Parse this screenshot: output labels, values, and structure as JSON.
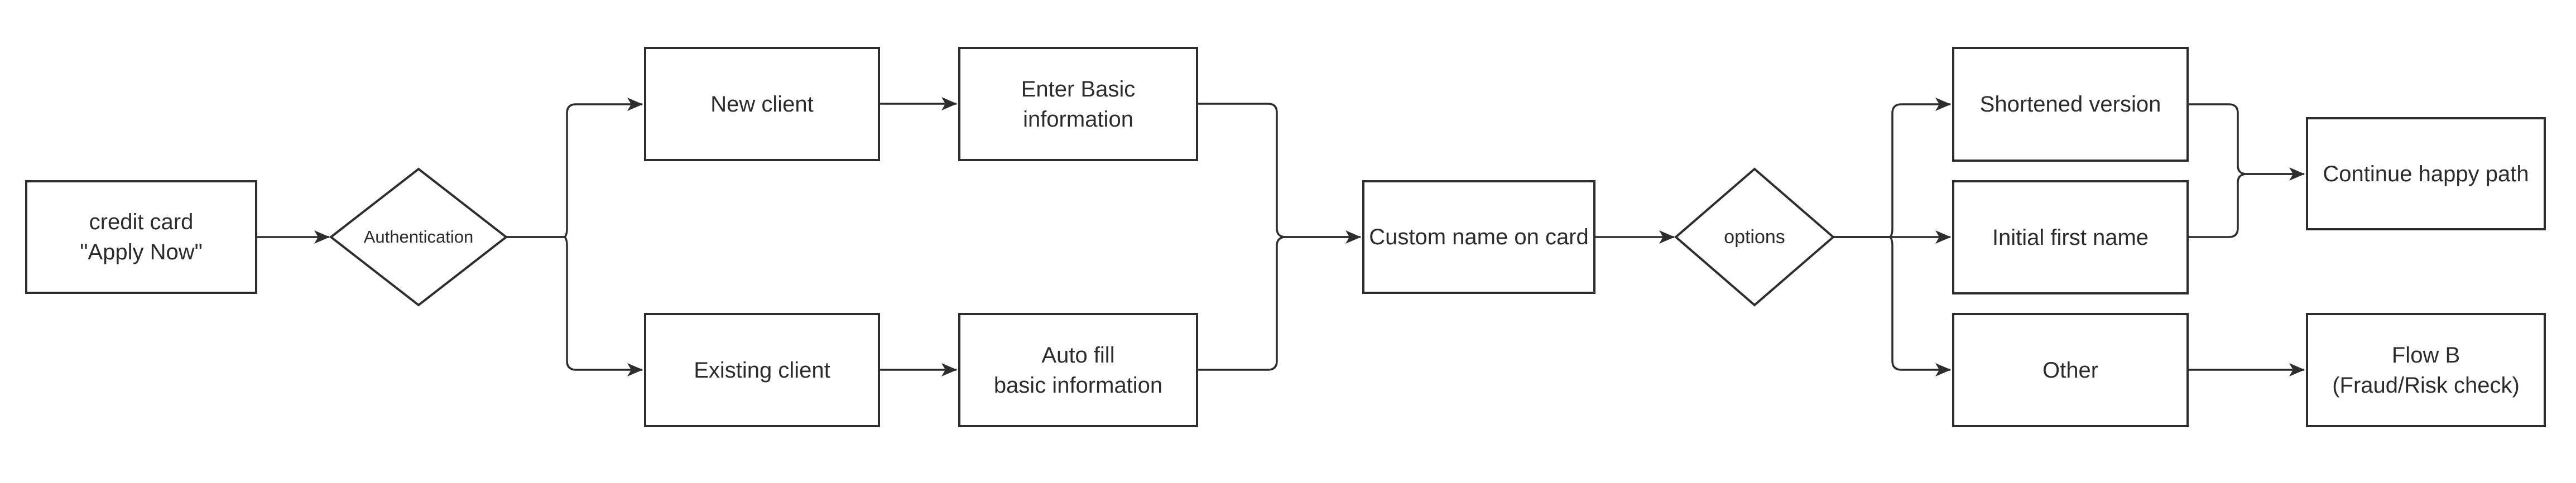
{
  "diagram": {
    "type": "flowchart",
    "colors": {
      "background": "#ffffff",
      "line": "#2d2d2d",
      "shape_fill": "#ffffff",
      "shape_border": "#2d2d2d",
      "text": "#2b2b2b"
    },
    "nodes": {
      "credit_card": {
        "shape": "rectangle",
        "label": "credit card\n\"Apply Now\""
      },
      "authentication": {
        "shape": "diamond",
        "label": "Authentication"
      },
      "new_client": {
        "shape": "rectangle",
        "label": "New client"
      },
      "enter_basic_information": {
        "shape": "rectangle",
        "label": "Enter Basic\ninformation"
      },
      "existing_client": {
        "shape": "rectangle",
        "label": "Existing client"
      },
      "auto_fill_basic_information": {
        "shape": "rectangle",
        "label": "Auto fill\nbasic information"
      },
      "custom_name_on_card": {
        "shape": "rectangle",
        "label": "Custom name on card"
      },
      "options": {
        "shape": "diamond",
        "label": "options"
      },
      "shortened_version": {
        "shape": "rectangle",
        "label": "Shortened version"
      },
      "initial_first_name": {
        "shape": "rectangle",
        "label": "Initial first name"
      },
      "other": {
        "shape": "rectangle",
        "label": "Other"
      },
      "continue_happy_path": {
        "shape": "rectangle",
        "label": "Continue happy path"
      },
      "flow_b": {
        "shape": "rectangle",
        "label": "Flow B\n(Fraud/Risk check)"
      }
    },
    "edges": [
      {
        "from": "credit_card",
        "to": "authentication"
      },
      {
        "from": "authentication",
        "to": "new_client"
      },
      {
        "from": "authentication",
        "to": "existing_client"
      },
      {
        "from": "new_client",
        "to": "enter_basic_information"
      },
      {
        "from": "existing_client",
        "to": "auto_fill_basic_information"
      },
      {
        "from": "enter_basic_information",
        "to": "custom_name_on_card"
      },
      {
        "from": "auto_fill_basic_information",
        "to": "custom_name_on_card"
      },
      {
        "from": "custom_name_on_card",
        "to": "options"
      },
      {
        "from": "options",
        "to": "shortened_version"
      },
      {
        "from": "options",
        "to": "initial_first_name"
      },
      {
        "from": "options",
        "to": "other"
      },
      {
        "from": "shortened_version",
        "to": "continue_happy_path"
      },
      {
        "from": "initial_first_name",
        "to": "continue_happy_path"
      },
      {
        "from": "other",
        "to": "flow_b"
      }
    ]
  }
}
